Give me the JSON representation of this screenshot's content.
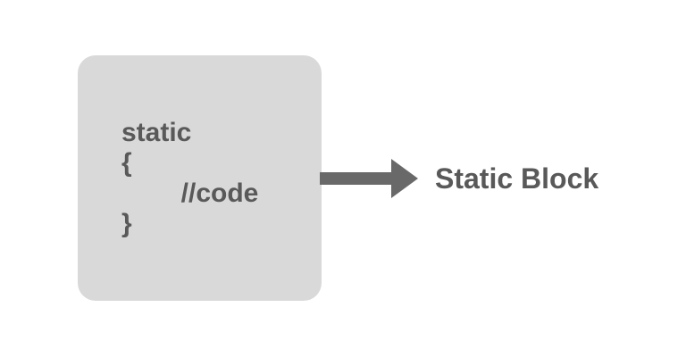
{
  "diagram": {
    "code_box": {
      "lines": {
        "0": "static",
        "1": "{",
        "2": "        //code",
        "3": "}"
      }
    },
    "arrow": {
      "direction": "right"
    },
    "label": "Static Block"
  },
  "colors": {
    "background": "#ffffff",
    "box_fill": "#d9d9d9",
    "code_text": "#595959",
    "arrow": "#696969",
    "label_text": "#595959"
  }
}
